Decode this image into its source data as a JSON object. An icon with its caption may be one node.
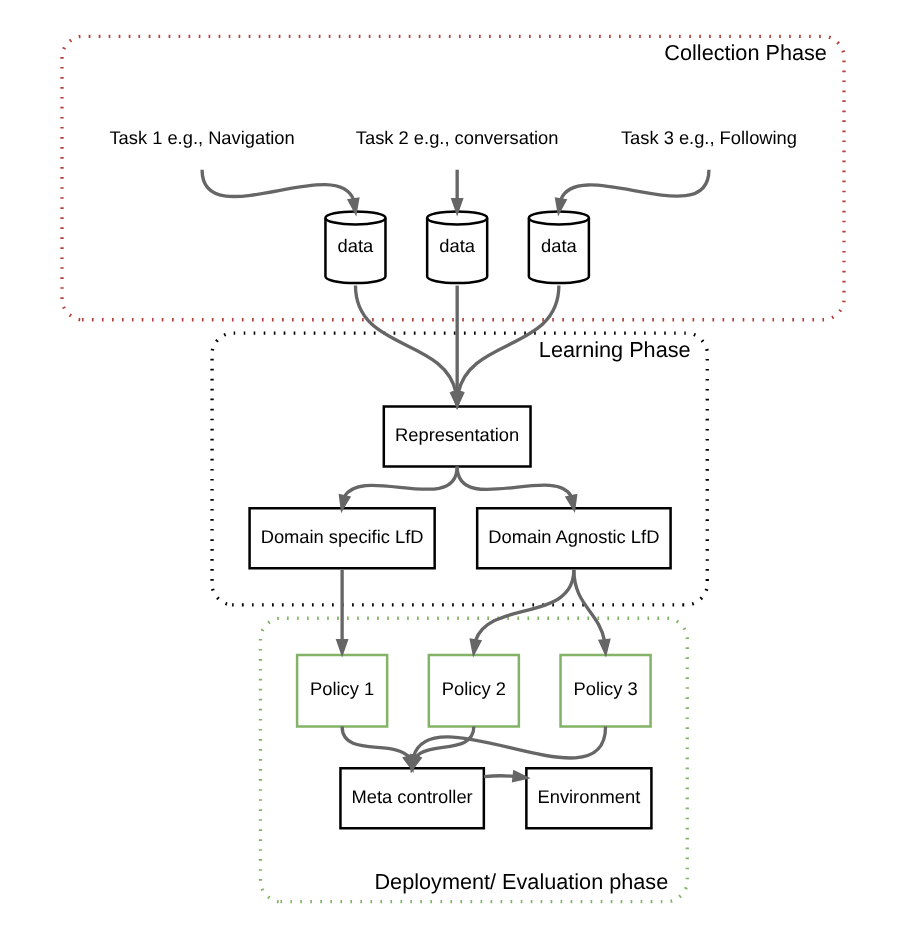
{
  "diagram": {
    "nodes": [
      {
        "text": [
          "Collection Phase"
        ]
      },
      {
        "text": [
          "Task 1 e.g., Navigation"
        ],
        "in": 0
      },
      {
        "text": [
          "Task 2 e.g., conversation"
        ],
        "in": 0
      },
      {
        "text": [
          "Task 3 e.g., Following"
        ],
        "in": 0
      },
      {
        "text": [
          "data"
        ],
        "in": 0
      },
      {
        "text": [
          "data"
        ],
        "in": 0
      },
      {
        "text": [
          "data"
        ],
        "in": 0
      },
      {
        "text": [
          "Learning Phase"
        ]
      },
      {
        "text": [
          "Representation"
        ],
        "in": 7
      },
      {
        "text": [
          "Domain specific LfD"
        ],
        "in": 7
      },
      {
        "text": [
          "Domain Agnostic LfD"
        ],
        "in": 7
      },
      {
        "text": [
          "Deployment/ Evaluation phase"
        ]
      },
      {
        "text": [
          "Policy 1"
        ],
        "in": 11
      },
      {
        "text": [
          "Policy 2"
        ],
        "in": 11
      },
      {
        "text": [
          "Policy 3"
        ],
        "in": 11
      },
      {
        "text": [
          "Meta controller"
        ],
        "in": 11
      },
      {
        "text": [
          "Environment"
        ],
        "in": 11
      }
    ],
    "edges": [
      {
        "from": 1,
        "to": 4,
        "arrow": "to"
      },
      {
        "from": 2,
        "to": 5,
        "arrow": "to"
      },
      {
        "from": 3,
        "to": 6,
        "arrow": "to"
      },
      {
        "from": 4,
        "to": 8,
        "arrow": "to"
      },
      {
        "from": 5,
        "to": 8,
        "arrow": "to"
      },
      {
        "from": 6,
        "to": 8,
        "arrow": "to"
      },
      {
        "from": 8,
        "to": 9,
        "arrow": "to"
      },
      {
        "from": 8,
        "to": 10,
        "arrow": "to"
      },
      {
        "from": 9,
        "to": 12,
        "arrow": "to"
      },
      {
        "from": 10,
        "to": 13,
        "arrow": "to"
      },
      {
        "from": 10,
        "to": 14,
        "arrow": "to"
      },
      {
        "from": 12,
        "to": 15,
        "arrow": "to"
      },
      {
        "from": 13,
        "to": 15,
        "arrow": "to"
      },
      {
        "from": 14,
        "to": 15,
        "arrow": "to"
      },
      {
        "from": 15,
        "to": 16,
        "arrow": "to"
      }
    ]
  }
}
